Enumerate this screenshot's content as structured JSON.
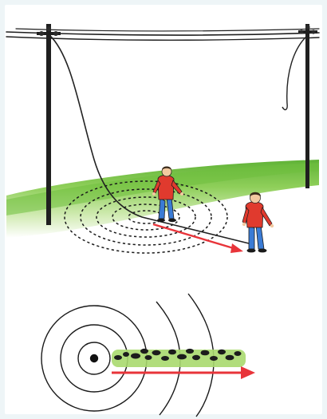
{
  "scene": {
    "type": "step-voltage-illustration",
    "colors": {
      "page_background": "#eef5f7",
      "panel_background": "#ffffff",
      "grass": "#7ec44a",
      "grass_light": "#bfe39a",
      "pole": "#1f1f1f",
      "wire": "#222222",
      "arrow": "#e8343a",
      "shirt": "#e03a2e",
      "pants": "#3a7bd5",
      "skin": "#f2c9a0",
      "hair": "#3a2a1a",
      "stones": "#1c1c1c"
    },
    "icons": [
      "utility-pole",
      "power-line",
      "fallen-wire",
      "equipotential-rings",
      "person-standing",
      "person-walking",
      "direction-arrow",
      "footprints"
    ]
  }
}
